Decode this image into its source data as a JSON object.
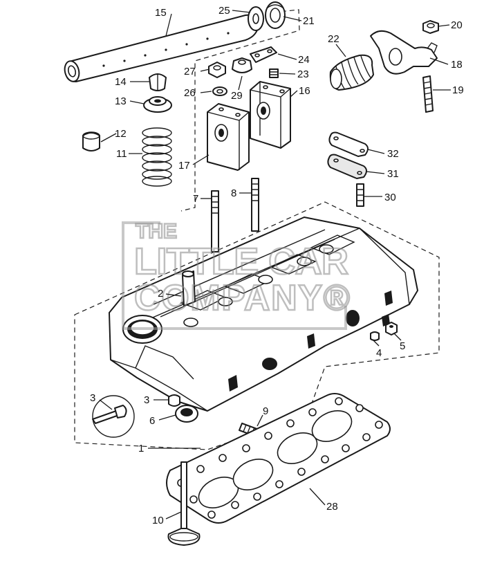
{
  "watermark": {
    "line1": "THE",
    "line2": "LITTLE CAR",
    "line3": "COMPANY®"
  },
  "callouts": [
    "1",
    "2",
    "3",
    "3",
    "4",
    "5",
    "6",
    "7",
    "8",
    "9",
    "10",
    "11",
    "12",
    "13",
    "14",
    "15",
    "16",
    "17",
    "18",
    "19",
    "20",
    "21",
    "22",
    "23",
    "24",
    "25",
    "26",
    "27",
    "28",
    "29",
    "30",
    "31",
    "32"
  ]
}
